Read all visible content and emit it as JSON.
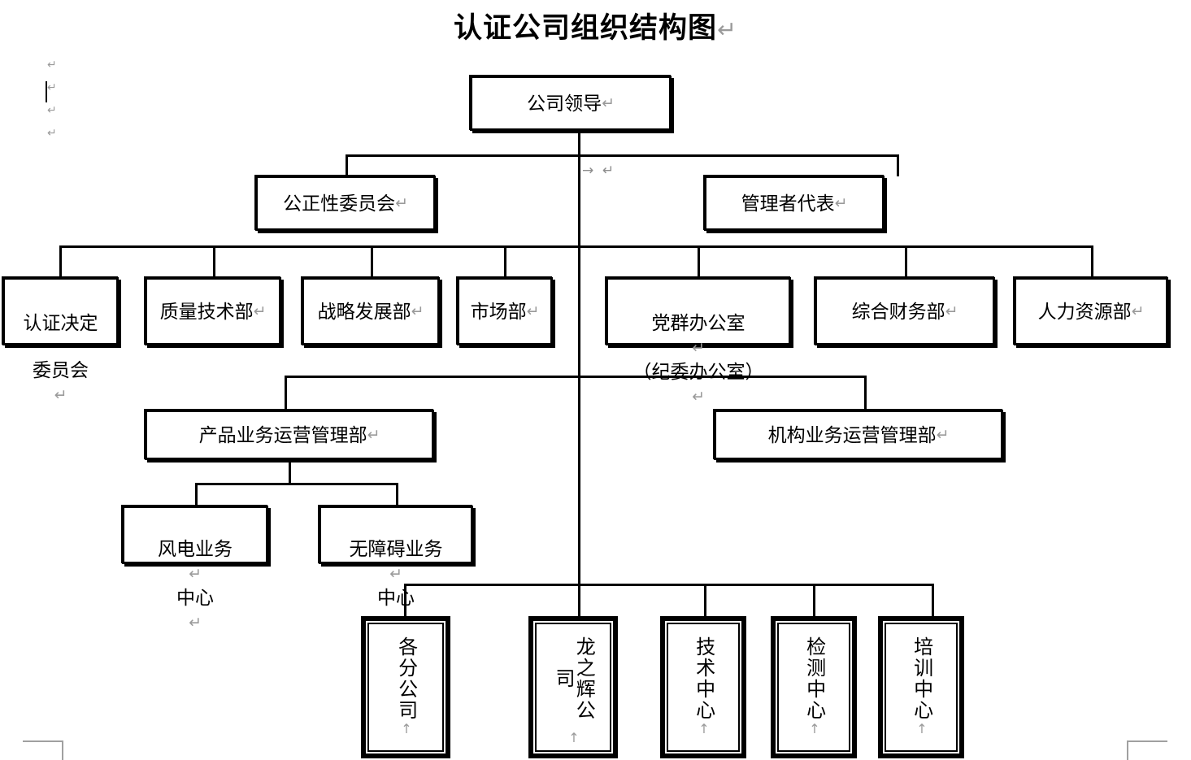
{
  "document": {
    "title": "认证公司组织结构图",
    "paragraph_mark": "↵",
    "vertical_paragraph_mark": "↑",
    "editor_marks": [
      "↵",
      "↵",
      "↵",
      "↵"
    ],
    "center_annotation": "→  ↵",
    "colors": {
      "ink": "#000000",
      "paper": "#ffffff",
      "mark_gray": "#9a9a9a",
      "margin_gray": "#a0a0a0"
    }
  },
  "chart_data": {
    "type": "diagram",
    "title": "认证公司组织结构图",
    "orientation": "top-down org chart",
    "levels": [
      {
        "level": 1,
        "nodes": [
          "公司领导"
        ]
      },
      {
        "level": 2,
        "nodes": [
          "公正性委员会",
          "管理者代表"
        ]
      },
      {
        "level": 3,
        "nodes": [
          "认证决定委员会",
          "质量技术部",
          "战略发展部",
          "市场部",
          "党群办公室（纪委办公室）",
          "综合财务部",
          "人力资源部"
        ]
      },
      {
        "level": 4,
        "nodes": [
          "产品业务运营管理部",
          "机构业务运营管理部"
        ]
      },
      {
        "level": 5,
        "nodes": [
          "风电业务中心",
          "无障碍业务中心"
        ]
      },
      {
        "level": 6,
        "nodes": [
          "各分公司",
          "龙之辉公司",
          "技术中心",
          "检测中心",
          "培训中心"
        ]
      }
    ]
  },
  "nodes": {
    "company_leader": {
      "label": "公司领导"
    },
    "impartiality_committee": {
      "label": "公正性委员会"
    },
    "management_representative": {
      "label": "管理者代表"
    },
    "certification_decision_committee": {
      "line1": "认证决定",
      "line2": "委员会"
    },
    "quality_technology_dept": {
      "label": "质量技术部"
    },
    "strategy_development_dept": {
      "label": "战略发展部"
    },
    "marketing_dept": {
      "label": "市场部"
    },
    "party_office": {
      "line1": "党群办公室",
      "line2": "（纪委办公室）"
    },
    "finance_dept": {
      "label": "综合财务部"
    },
    "hr_dept": {
      "label": "人力资源部"
    },
    "product_operations_dept": {
      "label": "产品业务运营管理部"
    },
    "institution_operations_dept": {
      "label": "机构业务运营管理部"
    },
    "wind_power_center": {
      "line1": "风电业务",
      "line2": "中心"
    },
    "accessibility_center": {
      "line1": "无障碍业务",
      "line2": "中心"
    },
    "branch_companies": {
      "label": "各分公司"
    },
    "longzhihui_company": {
      "label": "龙之辉公司"
    },
    "technology_center": {
      "label": "技术中心"
    },
    "testing_center": {
      "label": "检测中心"
    },
    "training_center": {
      "label": "培训中心"
    }
  }
}
